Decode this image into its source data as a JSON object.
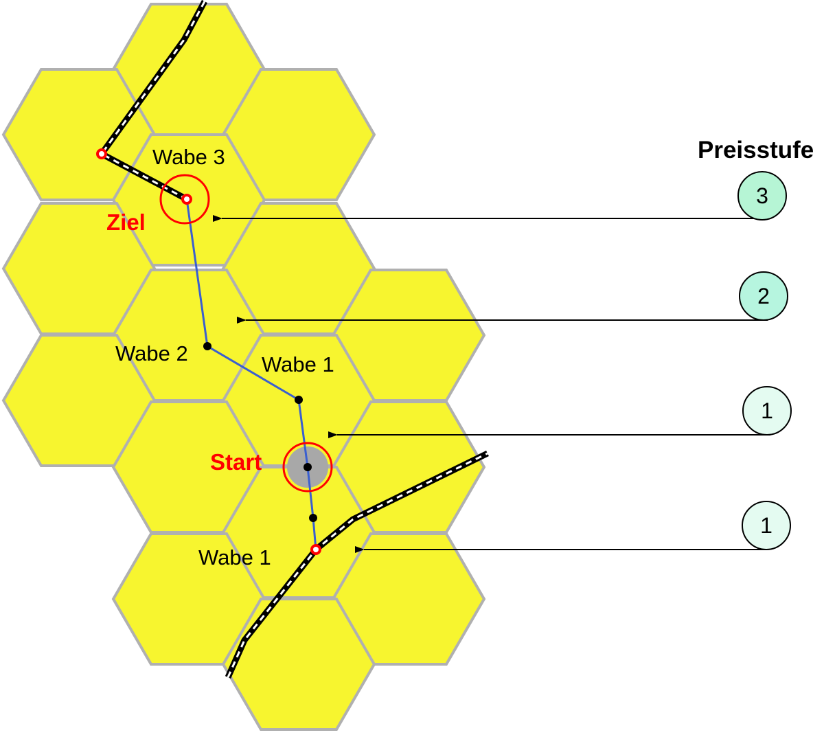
{
  "labels": {
    "wabe3": "Wabe 3",
    "wabe2": "Wabe 2",
    "wabe1_upper": "Wabe 1",
    "wabe1_lower": "Wabe 1",
    "ziel": "Ziel",
    "start": "Start"
  },
  "legend": {
    "title": "Preisstufe",
    "levels": [
      {
        "label": "3",
        "color": "#b6f5d5"
      },
      {
        "label": "2",
        "color": "#b6f5df"
      },
      {
        "label": "1",
        "color": "#e4fbf1"
      },
      {
        "label": "1",
        "color": "#e4fbf1"
      }
    ]
  },
  "colors": {
    "hex_fill": "#f7f52f",
    "hex_stroke": "#b0b0b0",
    "route": "#3a5fd0",
    "marker": "#ff0000",
    "start_fill": "#a8a8a8"
  }
}
